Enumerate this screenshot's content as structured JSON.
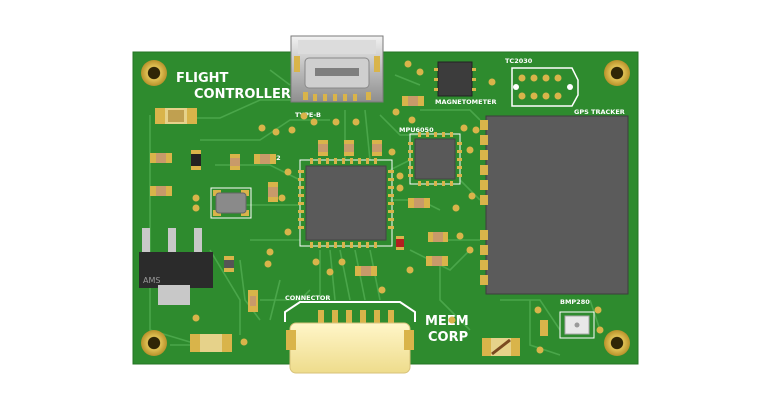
{
  "board": {
    "title_line1": "FLIGHT",
    "title_line2": "CONTROLLER",
    "usb_label": "TYPE-B",
    "mcu_label": "STM32",
    "imu_label": "MPU6050",
    "mag_label": "MAGNETOMETER",
    "header_label": "TC2030",
    "gps_label": "GPS TRACKER",
    "baro_label": "BMP280",
    "connector_label": "CONNECTOR",
    "brand_line1": "MEEM",
    "brand_line2": "CORP",
    "regulator_marking": "AMS"
  },
  "colors": {
    "pcb": "#2e8b2e",
    "trace": "#49a849",
    "silk": "#ffffff",
    "pad_gold": "#d9b44a",
    "ic_body": "#555555",
    "gps_module": "#5b5b5b",
    "connector": "#f5e7a8"
  }
}
